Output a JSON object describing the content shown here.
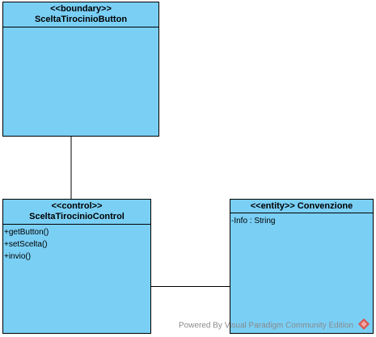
{
  "diagram": {
    "classes": {
      "boundary": {
        "stereotype": "<<boundary>>",
        "name": "SceltaTirocinioButton",
        "members": []
      },
      "control": {
        "stereotype": "<<control>>",
        "name": "SceltaTirocinioControl",
        "members": [
          "+getButton()",
          "+setScelta()",
          "+invio()"
        ]
      },
      "entity": {
        "title": "<<entity>> Convenzione",
        "members": [
          "-Info : String"
        ]
      }
    },
    "fill_color": "#7ACFF5",
    "border_color": "#000000"
  },
  "watermark": {
    "prefix": "Powered By",
    "product": "Visual Paradigm Community Edition",
    "icon": "visual-paradigm-logo-icon"
  }
}
